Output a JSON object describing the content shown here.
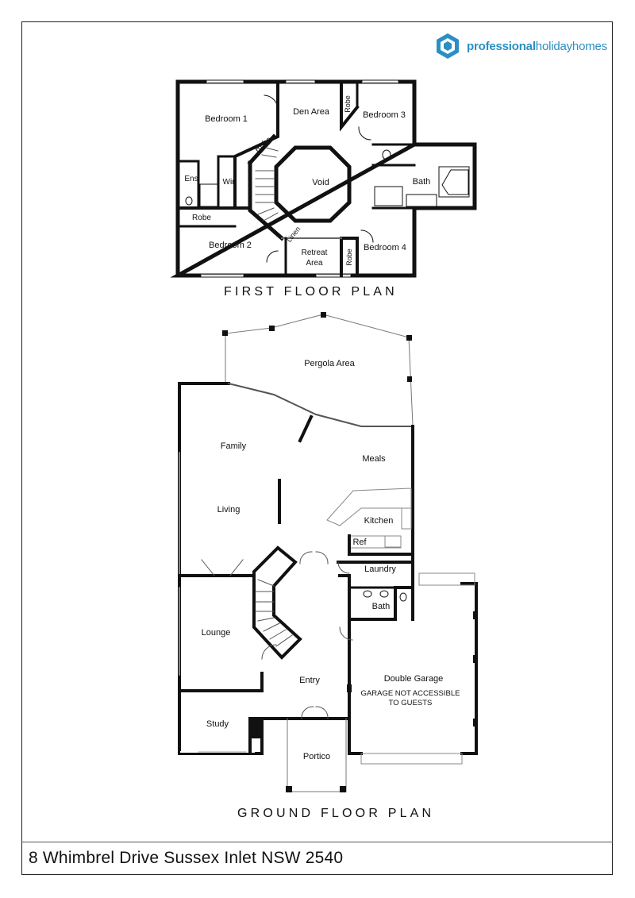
{
  "brand": {
    "name_bold": "professional",
    "name_light": "holidayhomes",
    "icon": "hexagon-house-icon",
    "color": "#2a8fc4"
  },
  "first_floor": {
    "title": "FIRST FLOOR PLAN",
    "rooms": {
      "bedroom1": "Bedroom 1",
      "den": "Den Area",
      "robe3": "Robe",
      "bedroom3": "Bedroom 3",
      "robe1": "Robe",
      "void": "Void",
      "ens": "Ens",
      "wir": "Wir",
      "bath": "Bath",
      "robe2": "Robe",
      "bedroom2": "Bedroom 2",
      "linen": "Linen",
      "retreat1": "Retreat",
      "retreat2": "Area",
      "robe4": "Robe",
      "bedroom4": "Bedroom 4"
    }
  },
  "ground_floor": {
    "title": "GROUND FLOOR PLAN",
    "rooms": {
      "pergola": "Pergola Area",
      "family": "Family",
      "meals": "Meals",
      "living": "Living",
      "kitchen": "Kitchen",
      "ref": "Ref",
      "laundry": "Laundry",
      "bath": "Bath",
      "lounge": "Lounge",
      "entry": "Entry",
      "garage": "Double Garage",
      "garage_note1": "GARAGE NOT ACCESSIBLE",
      "garage_note2": "TO GUESTS",
      "study": "Study",
      "portico": "Portico"
    }
  },
  "address": "8 Whimbrel Drive Sussex Inlet NSW 2540"
}
